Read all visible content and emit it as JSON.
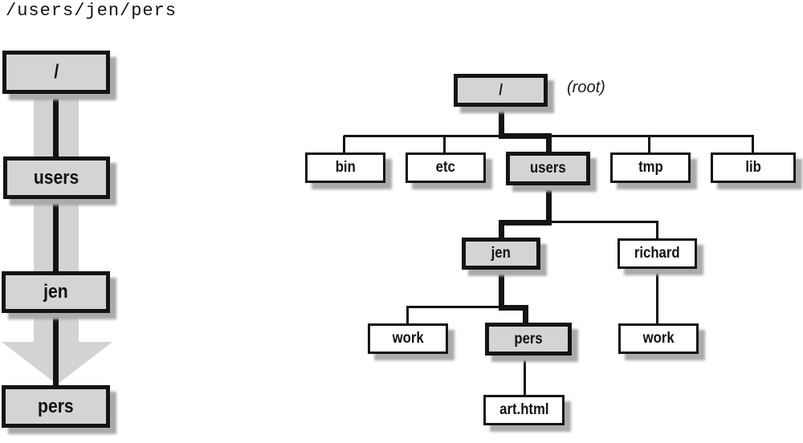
{
  "title_path": "/users/jen/pers",
  "chain": {
    "nodes": [
      "/",
      "users",
      "jen",
      "pers"
    ]
  },
  "tree": {
    "nodes": {
      "root": "/",
      "root_note": "(root)",
      "bin": "bin",
      "etc": "etc",
      "users": "users",
      "tmp": "tmp",
      "lib": "lib",
      "jen": "jen",
      "richard": "richard",
      "work_jen": "work",
      "pers": "pers",
      "work_richard": "work",
      "art": "art.html"
    },
    "highlighted_path": [
      "/",
      "users",
      "jen",
      "pers"
    ]
  },
  "colors": {
    "highlight_fill": "#d4d4d4",
    "node_fill": "#ffffff",
    "line": "#141414",
    "shadow": "#aaaaaa",
    "arrow_band": "#d3d3d3"
  }
}
